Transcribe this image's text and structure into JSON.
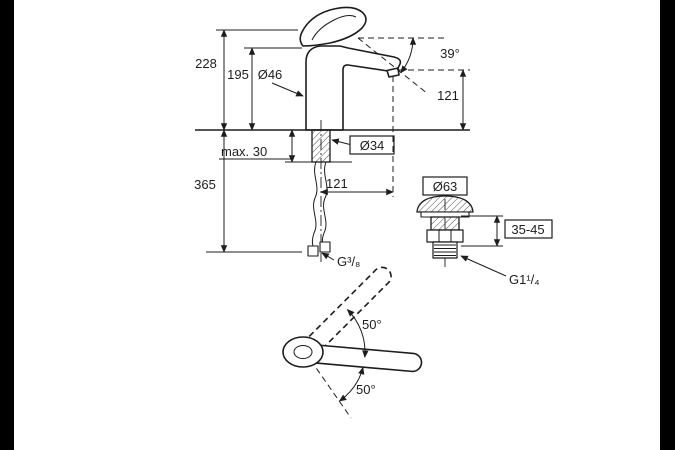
{
  "drawing": {
    "title": "faucet-dimensional-drawing",
    "background": "#ffffff",
    "letterbox_color": "#000000",
    "line_color": "#1d1d1d",
    "dims": {
      "overall_height": "228",
      "body_height": "195",
      "body_diameter": "Ø46",
      "lever_angle": "39°",
      "outlet_height": "121",
      "deck_max": "max. 30",
      "shank_diameter": "Ø34",
      "hose_length": "365",
      "spout_projection": "121",
      "hose_thread": "G³/₈",
      "waste_diameter": "Ø63",
      "waste_clamp_range": "35-45",
      "waste_thread": "G1¹/₄",
      "swivel_up": "50°",
      "swivel_down": "50°"
    }
  }
}
